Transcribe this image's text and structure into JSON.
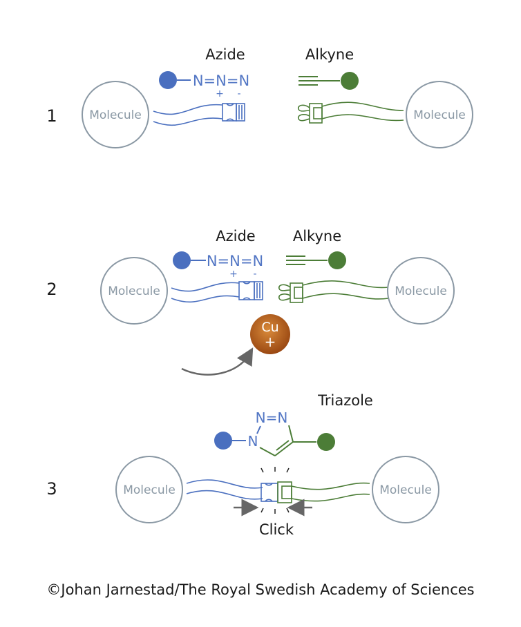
{
  "steps": [
    {
      "number": "1",
      "left_label": "Azide",
      "right_label": "Alkyne",
      "molecule_left": "Molecule",
      "molecule_right": "Molecule",
      "azide_formula": "N=N=N",
      "charges": [
        "+",
        "-"
      ]
    },
    {
      "number": "2",
      "left_label": "Azide",
      "right_label": "Alkyne",
      "molecule_left": "Molecule",
      "molecule_right": "Molecule",
      "azide_formula": "N=N=N",
      "charges": [
        "+",
        "-"
      ],
      "catalyst_symbol": "Cu",
      "catalyst_charge": "+"
    },
    {
      "number": "3",
      "product_label": "Triazole",
      "molecule_left": "Molecule",
      "molecule_right": "Molecule",
      "ring_top": "N=N",
      "ring_left": "N",
      "action_label": "Click"
    }
  ],
  "colors": {
    "azide": "#5276c4",
    "alkyne": "#4c7d37",
    "molecule": "#8a98a4",
    "copper": "#b5581a",
    "arrow": "#666666"
  },
  "credit": "©Johan Jarnestad/The Royal Swedish Academy of Sciences"
}
